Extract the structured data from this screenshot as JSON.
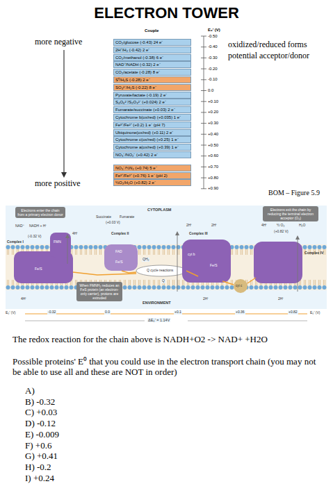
{
  "diagram": {
    "title": "ELECTRON TOWER",
    "nodes": [
      {
        "text": [
          "CO₂/glucose (-0.43) 24 e⁻"
        ]
      },
      {
        "text": [
          "2H⁺/H₂ (-0.42) 2 e⁻"
        ]
      },
      {
        "text": [
          "CO₂/methanol (-0.38) 6 e⁻"
        ]
      },
      {
        "text": [
          "NAD⁺/NADH (-0.32) 2 e⁻"
        ]
      },
      {
        "text": [
          "CO₂/acetate (-0.28) 8 e⁻"
        ]
      },
      {
        "text": [
          "S⁰/H₂S (-0.28) 2 e⁻"
        ]
      },
      {
        "text": [
          "SO₄²⁻/H₂S (-0.22) 8 e⁻"
        ]
      },
      {
        "text": [
          "Pyruvate/lactate (-0.19) 2 e⁻"
        ]
      },
      {
        "text": [
          "S₄O₆²⁻/S₂O₃²⁻ (+0.024) 2 e⁻"
        ]
      },
      {
        "text": [
          "Fumarate/succinate (+0.03) 2 e⁻"
        ]
      },
      {
        "text": [
          "Cytochrome b(ox/red) (+0.035) 1 e⁻"
        ]
      },
      {
        "text": [
          "Fe³⁺/Fe²⁺ (+0.2) 1 e⁻ (pH 7)"
        ]
      },
      {
        "text": [
          "Ubiquinone(ox/red) (+0.11) 2 e⁻"
        ]
      },
      {
        "text": [
          "Cytochrome c(ox/red) (+0.25) 1 e⁻"
        ]
      },
      {
        "text": [
          "Cytochrome a(ox/red) (+0.39) 1 e⁻"
        ]
      },
      {
        "text": [
          "NO₃⁻/NO₂⁻ (+0.42) 2 e⁻"
        ]
      },
      {
        "text": [
          "NO₃⁻/½N₂ (+0.74) 5 e⁻"
        ]
      },
      {
        "text": [
          "Fe³⁺/Fe²⁺ (+0.76) 1 e⁻ (pH 2)"
        ]
      },
      {
        "text": [
          "½O₂/H₂O (+0.82) 2 e⁻"
        ]
      },
      {
        "text": [
          "Electrons enter the chain from a primary electron donor"
        ]
      },
      {
        "text": [
          "Electrons exit the chain by reducing the terminal electron acceptor (O₂)"
        ]
      },
      {
        "text": [
          "When FMNH₂ reduces an FeS protein (an electron-only carrier), protons are extruded"
        ]
      }
    ],
    "edges": [],
    "labels": [
      "more negative",
      "more positive",
      "Couple",
      "E₀′ (V)",
      "-0.50",
      "-0.40",
      "-0.30",
      "-0.20",
      "-0.10",
      "0.0",
      "+0.10",
      "+0.20",
      "+0.30",
      "+0.40",
      "+0.50",
      "+0.60",
      "+0.70",
      "+0.80",
      "+0.90",
      "oxidized/reduced forms",
      "potential acceptor/donor",
      "BOM – Figure 5.9",
      "CYTOPLASM",
      "NAD⁺",
      "NADH + H⁺",
      "(-0.32 V)",
      "Complex I",
      "FMN",
      "Fe/S",
      "4H⁺",
      "4H⁺",
      "Succinate",
      "Fumarate",
      "(+0.03 V)",
      "Complex II",
      "FAD",
      "Fe/S",
      "Q cycle reactions",
      "QH₂",
      "Q",
      "2H⁺",
      "2H⁺",
      "Complex III",
      "cyt b",
      "Fe/S",
      "cyt c",
      "2H⁺",
      "4H⁺",
      "½ O₂",
      "H₂O",
      "(+0.82 V)",
      "Complex IV",
      "2H⁺",
      "ENVIRONMENT",
      "E₀′ (V)",
      "E₀′ (V)",
      "-0.32",
      "0.0",
      "+0.1",
      "+0.36",
      "+0.82",
      "ΔE₀′ = 1.14V",
      "The redox reaction for the chain above is NADH+O2 -> NAD+ +H2O",
      "Possible proteins' E⁰ that you could use in the electron transport chain (you may not be able to use all and these are NOT in order)",
      "A)",
      "B) -0.32",
      "C) +0.03",
      "D) -0.12",
      "E) -0.009",
      "F) +0.6",
      "G) +0.41",
      "H) -0.2",
      "I) +0.24"
    ]
  }
}
